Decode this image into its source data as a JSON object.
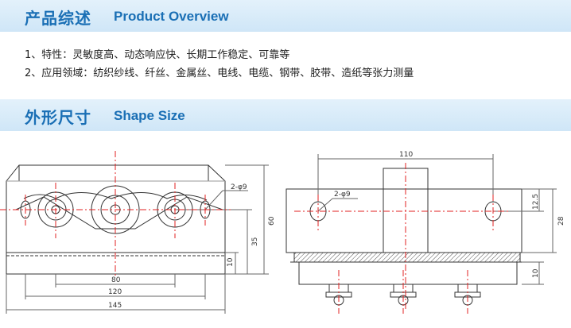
{
  "overview": {
    "title_cn": "产品综述",
    "title_en": "Product Overview"
  },
  "features": {
    "line1": "1、特性：灵敏度高、动态响应快、长期工作稳定、可靠等",
    "line2": "2、应用领域：纺织纱线、纤丝、金属丝、电线、电缆、钢带、胶带、造纸等张力测量"
  },
  "shape": {
    "title_cn": "外形尺寸",
    "title_en": "Shape Size"
  },
  "front_view": {
    "hole_label": "2-φ9",
    "dim_80": "80",
    "dim_120": "120",
    "dim_145": "145",
    "dim_60": "60",
    "dim_35": "35",
    "dim_10": "10"
  },
  "side_view": {
    "dim_110": "110",
    "hole_label": "2-φ9",
    "dim_12_5": "12.5",
    "dim_28": "28",
    "dim_10": "10"
  },
  "colors": {
    "accent": "#1a6fb5",
    "center_line": "#e02020",
    "outline": "#333333"
  }
}
